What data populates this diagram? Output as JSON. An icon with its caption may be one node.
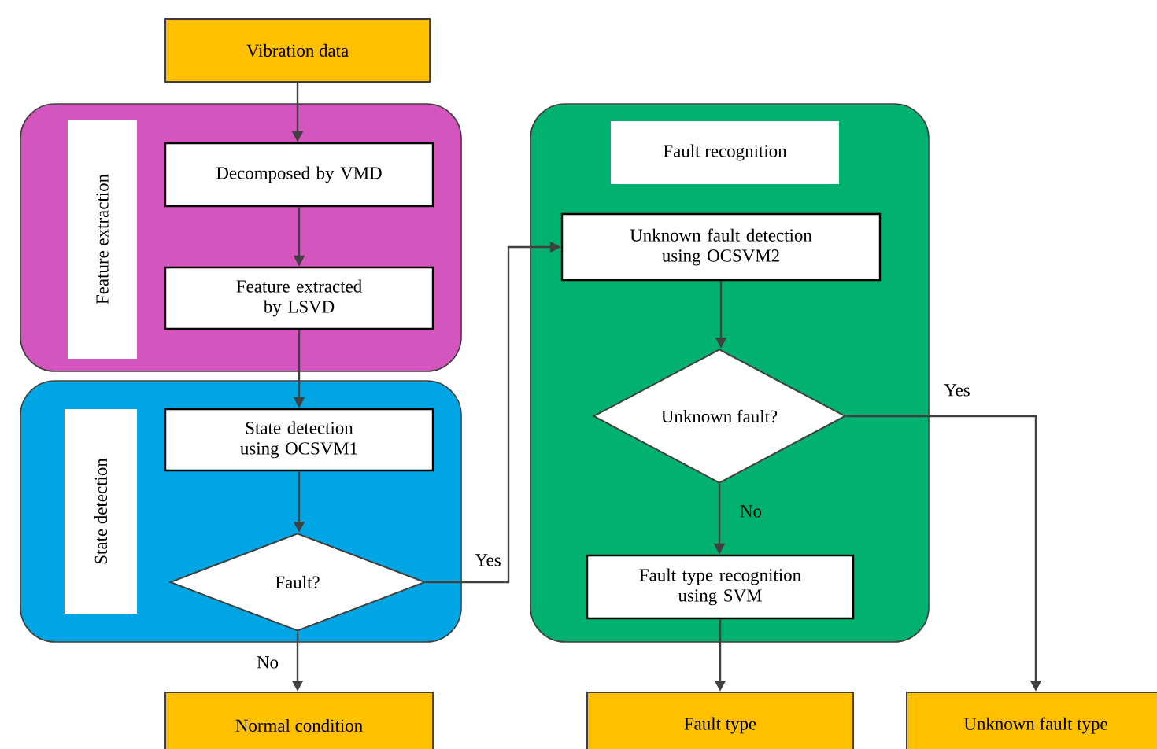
{
  "diagram": {
    "nodes": [
      {
        "text": [
          "Vibration data"
        ]
      },
      {
        "text": [
          "Feature extraction"
        ]
      },
      {
        "text": [
          "Decomposed by VMD"
        ],
        "in": 1
      },
      {
        "text": [
          "Feature extracted by LSVD"
        ],
        "in": 1
      },
      {
        "text": [
          "State detection"
        ]
      },
      {
        "text": [
          "State detection using OCSVM1"
        ],
        "in": 4
      },
      {
        "text": [
          "Fault?"
        ],
        "in": 4
      },
      {
        "text": [
          "Normal condition"
        ]
      },
      {
        "text": [
          "Fault recognition"
        ]
      },
      {
        "text": [
          "Unknown fault detection using OCSVM2"
        ],
        "in": 8
      },
      {
        "text": [
          "Unknown fault?"
        ],
        "in": 8
      },
      {
        "text": [
          "Fault type recognition using SVM"
        ],
        "in": 8
      },
      {
        "text": [
          "Fault type"
        ]
      },
      {
        "text": [
          "Unknown fault type"
        ]
      }
    ],
    "edges": [
      {
        "from": 0,
        "to": 2,
        "arrow": "to"
      },
      {
        "from": 2,
        "to": 3,
        "arrow": "to"
      },
      {
        "from": 3,
        "to": 5,
        "arrow": "to"
      },
      {
        "from": 5,
        "to": 6,
        "arrow": "to"
      },
      {
        "from": 6,
        "to": 7,
        "arrow": "to",
        "label": "No"
      },
      {
        "from": 6,
        "to": 9,
        "arrow": "to",
        "label": "Yes"
      },
      {
        "from": 9,
        "to": 10,
        "arrow": "to"
      },
      {
        "from": 10,
        "to": 11,
        "arrow": "to",
        "label": "No"
      },
      {
        "from": 10,
        "to": 13,
        "arrow": "to",
        "label": "Yes"
      },
      {
        "from": 11,
        "to": 12,
        "arrow": "to"
      }
    ]
  }
}
